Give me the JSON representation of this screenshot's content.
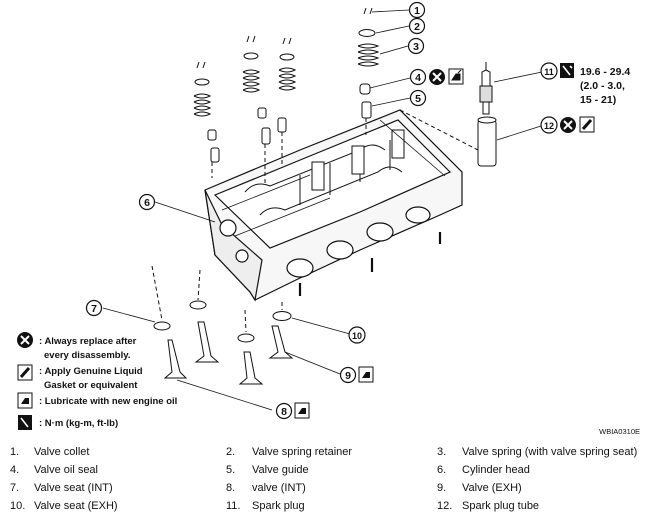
{
  "callouts": [
    "1",
    "2",
    "3",
    "4",
    "5",
    "6",
    "7",
    "8",
    "9",
    "10",
    "11",
    "12"
  ],
  "torque": {
    "line1": "19.6 - 29.4",
    "line2": "(2.0 - 3.0,",
    "line3": "15 - 21)"
  },
  "legend": {
    "replace_line1": ": Always replace after",
    "replace_line2": "every disassembly.",
    "liquid_gasket_line1": ": Apply Genuine Liquid",
    "liquid_gasket_line2": "Gasket or equivalent",
    "lubricate": ": Lubricate with new engine oil",
    "torque_unit": ": N·m (kg-m, ft-lb)"
  },
  "figure_code": "WBIA0310E",
  "parts": [
    {
      "num": "1.",
      "name": "Valve collet"
    },
    {
      "num": "2.",
      "name": "Valve spring retainer"
    },
    {
      "num": "3.",
      "name": "Valve spring (with valve spring seat)"
    },
    {
      "num": "4.",
      "name": "Valve oil seal"
    },
    {
      "num": "5.",
      "name": "Valve guide"
    },
    {
      "num": "6.",
      "name": "Cylinder head"
    },
    {
      "num": "7.",
      "name": "Valve seat (INT)"
    },
    {
      "num": "8.",
      "name": "valve (INT)"
    },
    {
      "num": "9.",
      "name": "Valve (EXH)"
    },
    {
      "num": "10.",
      "name": "Valve seat (EXH)"
    },
    {
      "num": "11.",
      "name": "Spark plug"
    },
    {
      "num": "12.",
      "name": "Spark plug tube"
    }
  ]
}
